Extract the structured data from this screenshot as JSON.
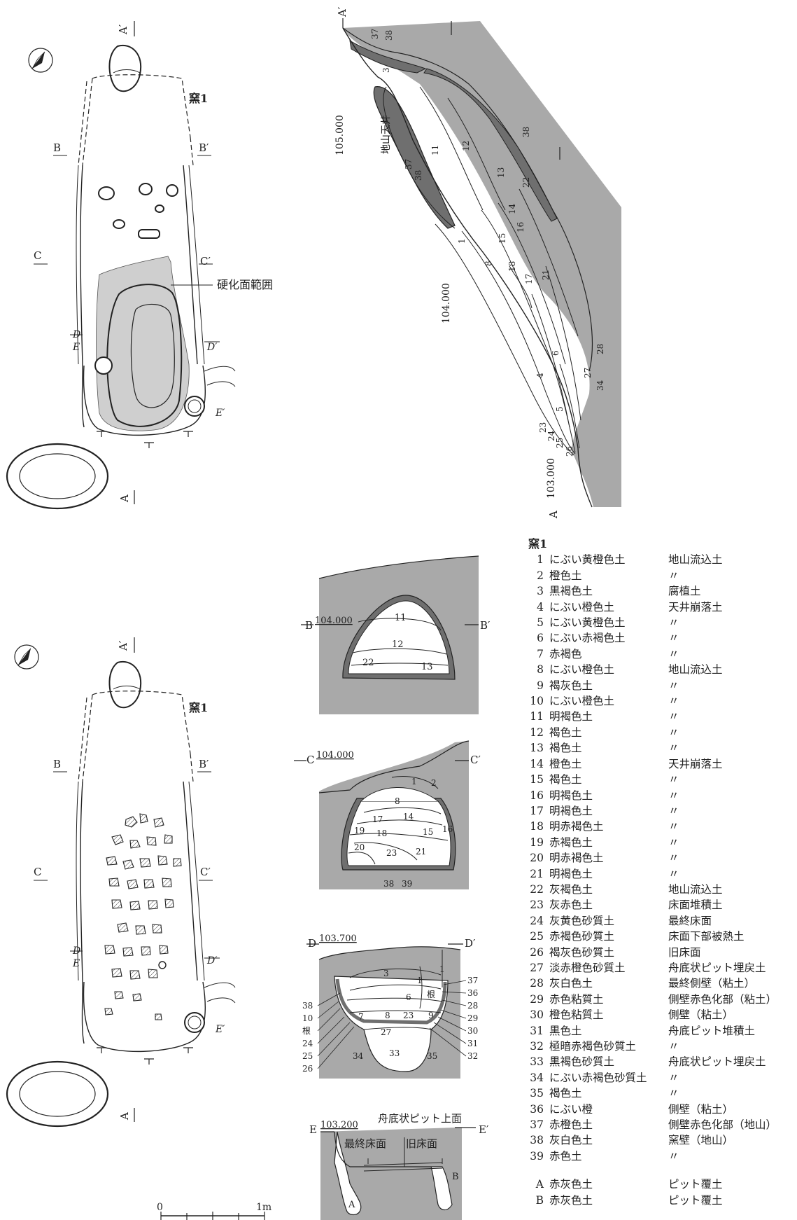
{
  "plan_top": {
    "kiln_label": "窯1",
    "hardened_label": "硬化面範囲",
    "sections": {
      "A_prime": "A′",
      "A": "A",
      "B": "B",
      "B_prime": "B′",
      "C": "C",
      "C_prime": "C′",
      "D": "D",
      "D_prime": "D′",
      "E": "E",
      "E_prime": "E′"
    }
  },
  "plan_bottom": {
    "kiln_label": "窯1",
    "sections": {
      "A_prime": "A′",
      "A": "A",
      "B": "B",
      "B_prime": "B′",
      "C": "C",
      "C_prime": "C′",
      "D": "D",
      "D_prime": "D′",
      "E": "E",
      "E_prime": "E′"
    }
  },
  "long_section": {
    "end_top": "A′",
    "end_bottom": "A",
    "elev_1": "105.000",
    "elev_2": "104.000",
    "elev_3": "103.000",
    "ceiling_label": "地山天井",
    "layer_numbers": [
      "37",
      "38",
      "3",
      "38",
      "37",
      "38",
      "11",
      "12",
      "13",
      "22",
      "14",
      "16",
      "15",
      "1",
      "8",
      "18",
      "17",
      "21",
      "6",
      "4",
      "28",
      "27",
      "34",
      "5",
      "23",
      "24",
      "25",
      "26"
    ]
  },
  "section_B": {
    "left": "B",
    "right": "B′",
    "elev": "104.000",
    "layers": [
      "11",
      "12",
      "22",
      "13"
    ]
  },
  "section_C": {
    "left": "C",
    "right": "C′",
    "elev": "104.000",
    "layers": [
      "1",
      "2",
      "8",
      "14",
      "17",
      "19",
      "18",
      "15",
      "16",
      "20",
      "23",
      "21",
      "38",
      "39"
    ]
  },
  "section_D": {
    "left": "D",
    "right": "D′",
    "elev": "103.700",
    "layers": [
      "3",
      "1",
      "1",
      "6",
      "7",
      "8",
      "23",
      "9",
      "27",
      "33",
      "34",
      "35"
    ],
    "labels_left": [
      "38",
      "10",
      "根",
      "24",
      "25",
      "26"
    ],
    "labels_right": [
      "37",
      "36",
      "28",
      "29",
      "30",
      "31",
      "32"
    ],
    "root_label": "根"
  },
  "section_E": {
    "left": "E",
    "right": "E′",
    "elev": "103.200",
    "pit_label": "舟底状ピット上面",
    "final_floor": "最終床面",
    "old_floor": "旧床面",
    "pit_A": "A",
    "pit_B": "B"
  },
  "scale": {
    "zero": "0",
    "max": "1m"
  },
  "legend": {
    "title": "窯1",
    "rows": [
      {
        "no": "1",
        "soil": "にぶい黄橙色土",
        "note": "地山流込土"
      },
      {
        "no": "2",
        "soil": "橙色土",
        "note": "〃"
      },
      {
        "no": "3",
        "soil": "黒褐色土",
        "note": "腐植土"
      },
      {
        "no": "4",
        "soil": "にぶい橙色土",
        "note": "天井崩落土"
      },
      {
        "no": "5",
        "soil": "にぶい黄橙色土",
        "note": "〃"
      },
      {
        "no": "6",
        "soil": "にぶい赤褐色土",
        "note": "〃"
      },
      {
        "no": "7",
        "soil": "赤褐色",
        "note": "〃"
      },
      {
        "no": "8",
        "soil": "にぶい橙色土",
        "note": "地山流込土"
      },
      {
        "no": "9",
        "soil": "褐灰色土",
        "note": "〃"
      },
      {
        "no": "10",
        "soil": "にぶい橙色土",
        "note": "〃"
      },
      {
        "no": "11",
        "soil": "明褐色土",
        "note": "〃"
      },
      {
        "no": "12",
        "soil": "褐色土",
        "note": "〃"
      },
      {
        "no": "13",
        "soil": "褐色土",
        "note": "〃"
      },
      {
        "no": "14",
        "soil": "橙色土",
        "note": "天井崩落土"
      },
      {
        "no": "15",
        "soil": "褐色土",
        "note": "〃"
      },
      {
        "no": "16",
        "soil": "明褐色土",
        "note": "〃"
      },
      {
        "no": "17",
        "soil": "明褐色土",
        "note": "〃"
      },
      {
        "no": "18",
        "soil": "明赤褐色土",
        "note": "〃"
      },
      {
        "no": "19",
        "soil": "赤褐色土",
        "note": "〃"
      },
      {
        "no": "20",
        "soil": "明赤褐色土",
        "note": "〃"
      },
      {
        "no": "21",
        "soil": "明褐色土",
        "note": "〃"
      },
      {
        "no": "22",
        "soil": "灰褐色土",
        "note": "地山流込土"
      },
      {
        "no": "23",
        "soil": "灰赤色土",
        "note": "床面堆積土"
      },
      {
        "no": "24",
        "soil": "灰黄色砂質土",
        "note": "最終床面"
      },
      {
        "no": "25",
        "soil": "赤褐色砂質土",
        "note": "床面下部被熱土"
      },
      {
        "no": "26",
        "soil": "褐灰色砂質土",
        "note": "旧床面"
      },
      {
        "no": "27",
        "soil": "淡赤橙色砂質土",
        "note": "舟底状ピット埋戻土"
      },
      {
        "no": "28",
        "soil": "灰白色土",
        "note": "最終側壁（粘土）"
      },
      {
        "no": "29",
        "soil": "赤色粘質土",
        "note": "側壁赤色化部（粘土）"
      },
      {
        "no": "30",
        "soil": "橙色粘質土",
        "note": "側壁（粘土）"
      },
      {
        "no": "31",
        "soil": "黒色土",
        "note": "舟底ピット堆積土"
      },
      {
        "no": "32",
        "soil": "極暗赤褐色砂質土",
        "note": "〃"
      },
      {
        "no": "33",
        "soil": "黒褐色砂質土",
        "note": "舟底状ピット埋戻土"
      },
      {
        "no": "34",
        "soil": "にぶい赤褐色砂質土",
        "note": "〃"
      },
      {
        "no": "35",
        "soil": "褐色土",
        "note": "〃"
      },
      {
        "no": "36",
        "soil": "にぶい橙",
        "note": "側壁（粘土）"
      },
      {
        "no": "37",
        "soil": "赤橙色土",
        "note": "側壁赤色化部（地山）"
      },
      {
        "no": "38",
        "soil": "灰白色土",
        "note": "窯壁（地山）"
      },
      {
        "no": "39",
        "soil": "赤色土",
        "note": "〃"
      }
    ],
    "pit_rows": [
      {
        "no": "A",
        "soil": "赤灰色土",
        "note": "ピット覆土"
      },
      {
        "no": "B",
        "soil": "赤灰色土",
        "note": "ピット覆土"
      }
    ]
  },
  "colors": {
    "grey": "#a9a9a9",
    "dark": "#6f6f6f",
    "line": "#222222",
    "hard": "#cfcfcf"
  }
}
